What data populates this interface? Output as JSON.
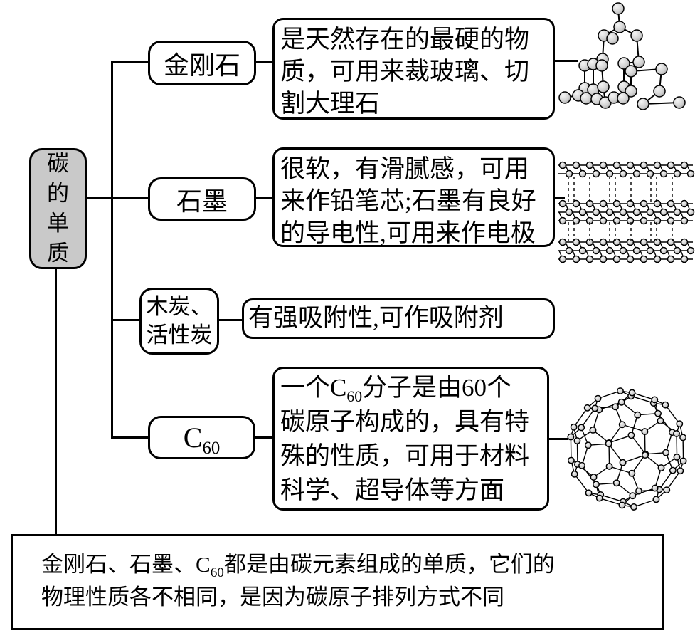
{
  "root_node": {
    "label": "碳的单质"
  },
  "branches": [
    {
      "name": "diamond",
      "label": "金刚石",
      "description_lines": [
        "是天然存在的最硬的物",
        "质，可用来裁玻璃、切",
        "割大理石"
      ],
      "image": "diamond-crystal-structure"
    },
    {
      "name": "graphite",
      "label": "石墨",
      "description_lines": [
        "很软，有滑腻感，可用",
        "来作铅笔芯;石墨有良好",
        "的导电性,可用来作电极"
      ],
      "image": "graphite-layer-structure"
    },
    {
      "name": "charcoal",
      "label_lines": [
        "木炭、",
        "活性炭"
      ],
      "description_lines": [
        "有强吸附性,可作吸附剂"
      ],
      "image": ""
    },
    {
      "name": "c60",
      "label": {
        "base": "C",
        "sub": "60"
      },
      "description": {
        "line1": {
          "seg1": "一个C",
          "sub": "60",
          "seg2": "分子是由60个"
        },
        "line2": "碳原子构成的，具有特",
        "line3": "殊的性质，可用于材料",
        "line4": "科学、超导体等方面"
      },
      "image": "c60-buckyball-structure"
    }
  ],
  "summary": {
    "line1": {
      "seg1": "金刚石、石墨、C",
      "sub": "60",
      "seg2": "都是由碳元素组成的单质，它们的"
    },
    "line2": "物理性质各不相同，是因为碳原子排列方式不同"
  },
  "colors": {
    "root_fill": "#c9c9c9",
    "line_color": "#000000",
    "atom_fill": "#d5d5d5",
    "background": "#ffffff"
  }
}
